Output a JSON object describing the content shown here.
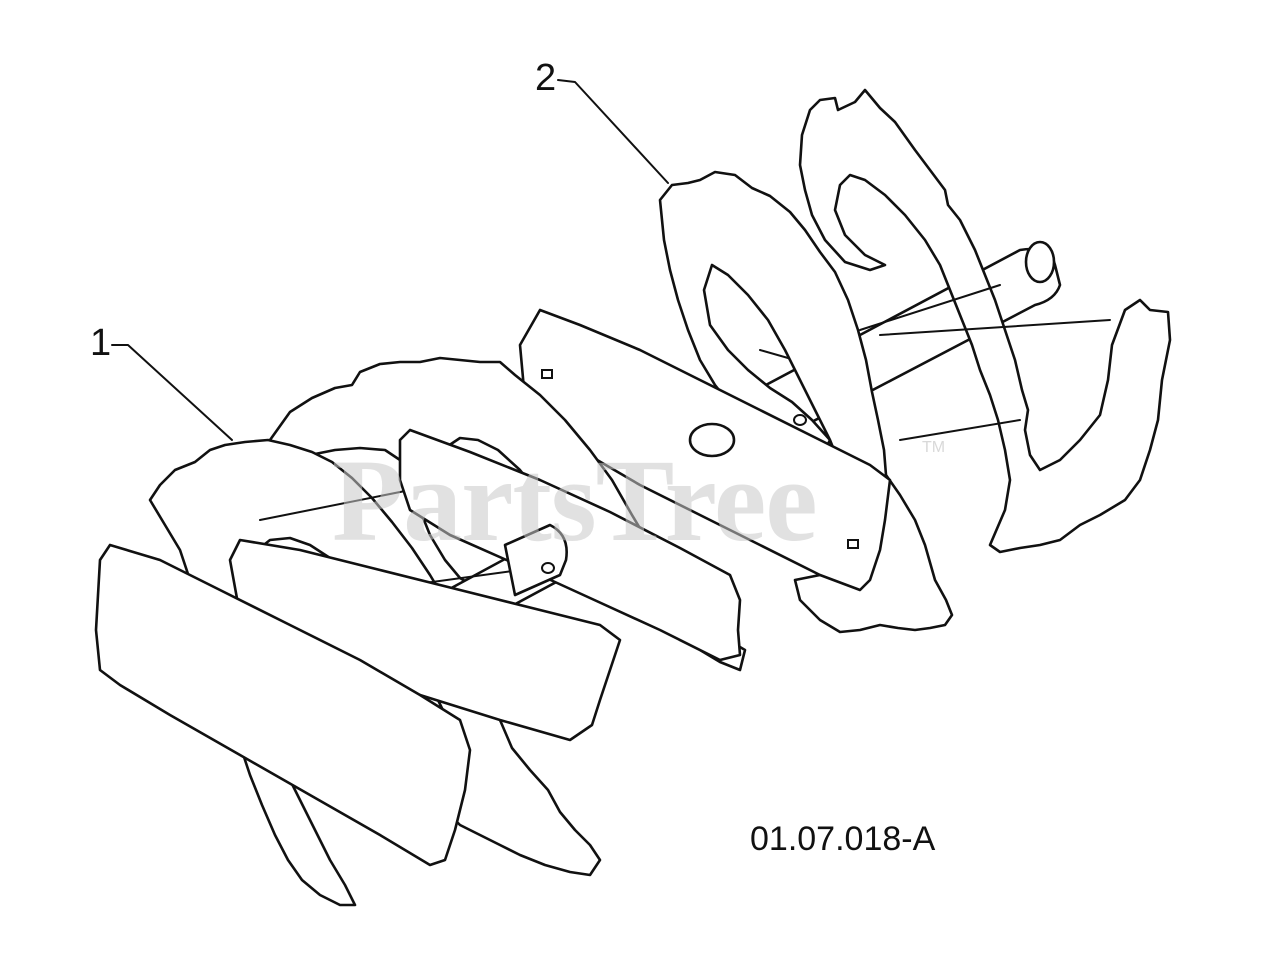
{
  "diagram": {
    "callouts": [
      {
        "id": "1",
        "label": "1"
      },
      {
        "id": "2",
        "label": "2"
      }
    ],
    "reference_code": "01.07.018-A",
    "watermark": {
      "text": "PartsTree",
      "trademark": "TM"
    }
  },
  "colors": {
    "ink": "#111111",
    "background": "#ffffff",
    "watermark": "#c9c9c9"
  }
}
